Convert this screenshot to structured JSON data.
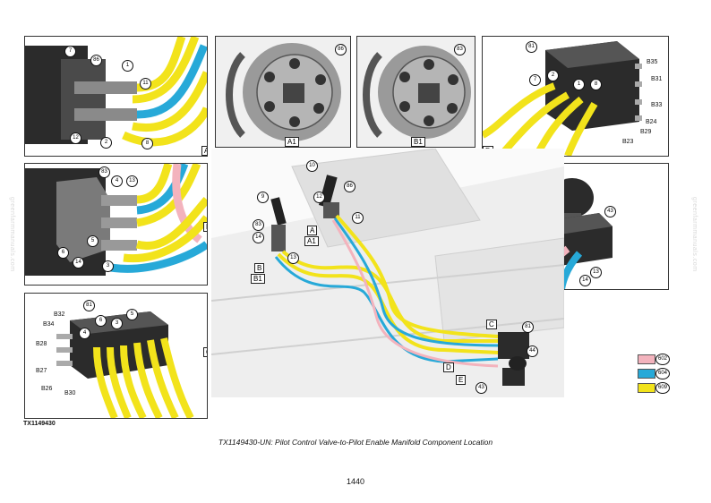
{
  "figure_id": "TX1149430",
  "caption": "TX1149430-UN: Pilot Control Valve-to-Pilot Enable Manifold Component Location",
  "page_number": "1440",
  "watermark": "greenfarmmanuals.com",
  "colors": {
    "yellow": "#f2e31b",
    "blue": "#27a9d8",
    "pink": "#f3b3bd",
    "metal": "#6b6b6b",
    "dark": "#2b2b2b"
  },
  "legend": [
    {
      "code": "602",
      "color": "#f3b3bd"
    },
    {
      "code": "604",
      "color": "#27a9d8"
    },
    {
      "code": "609",
      "color": "#f2e31b"
    }
  ],
  "panel_a": {
    "tag": "A",
    "callouts": [
      "7",
      "86",
      "1",
      "11",
      "12",
      "2",
      "8"
    ]
  },
  "panel_a1": {
    "tag": "A1",
    "callouts": [
      "86"
    ]
  },
  "panel_b1": {
    "tag": "B1",
    "callouts": [
      "83"
    ]
  },
  "panel_d": {
    "tag": "D",
    "callouts": [
      "81",
      "7",
      "2",
      "1",
      "8"
    ],
    "ports": [
      "B35",
      "B31",
      "B33",
      "B24",
      "B29",
      "B23"
    ]
  },
  "panel_b": {
    "tag": "B",
    "callouts": [
      "83",
      "4",
      "13",
      "6",
      "14",
      "5",
      "3"
    ]
  },
  "panel_e": {
    "tag": "E",
    "callouts": [
      "44",
      "43",
      "11",
      "12",
      "13",
      "14"
    ]
  },
  "panel_c": {
    "tag": "C",
    "callouts": [
      "81",
      "4",
      "6",
      "3",
      "5"
    ],
    "ports": [
      "B32",
      "B34",
      "B28",
      "B27",
      "B26",
      "B30"
    ]
  },
  "main": {
    "callouts": [
      "10",
      "9",
      "12",
      "86",
      "11",
      "83",
      "14",
      "13",
      "81",
      "44",
      "43"
    ],
    "tags": [
      "A",
      "A1",
      "B",
      "B1",
      "C",
      "D",
      "E"
    ]
  }
}
